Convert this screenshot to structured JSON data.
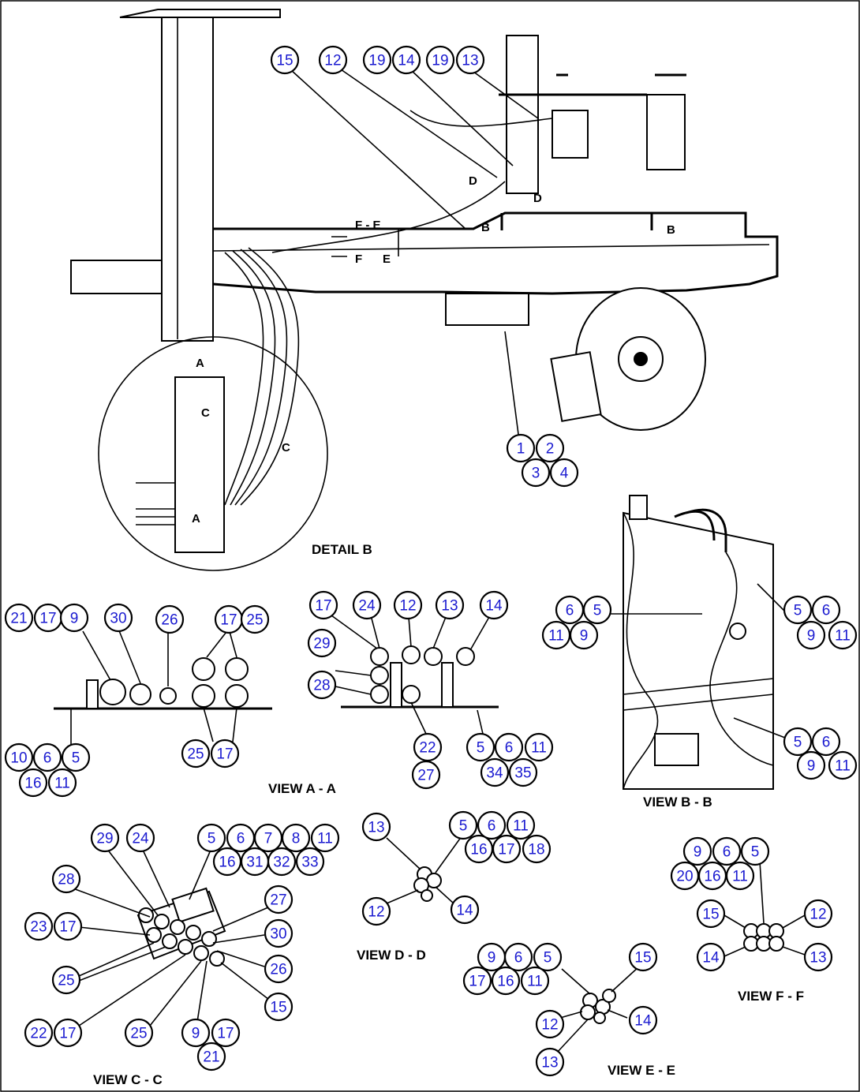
{
  "views": {
    "detail_b": "DETAIL B",
    "view_aa": "VIEW A - A",
    "view_bb": "VIEW B - B",
    "view_cc": "VIEW C - C",
    "view_dd": "VIEW D - D",
    "view_ee": "VIEW E - E",
    "view_ff": "VIEW F - F"
  },
  "section_marks": {
    "A": "A",
    "B": "B",
    "C": "C",
    "D": "D",
    "F_E": "F - E",
    "F": "F",
    "E": "E"
  },
  "callouts": {
    "main": [
      "15",
      "12",
      "19",
      "14",
      "19",
      "13",
      "1",
      "2",
      "3",
      "4"
    ],
    "view_aa": [
      "21",
      "17",
      "9",
      "30",
      "26",
      "17",
      "25",
      "10",
      "6",
      "5",
      "16",
      "11",
      "25",
      "17"
    ],
    "view_aa2": [
      "17",
      "24",
      "12",
      "13",
      "14",
      "29",
      "28",
      "22",
      "27",
      "5",
      "6",
      "11",
      "34",
      "35"
    ],
    "view_bb": [
      "6",
      "5",
      "11",
      "9",
      "5",
      "6",
      "9",
      "11",
      "5",
      "6",
      "9",
      "11"
    ],
    "view_cc": [
      "29",
      "24",
      "5",
      "6",
      "7",
      "8",
      "11",
      "16",
      "31",
      "32",
      "33",
      "28",
      "27",
      "23",
      "17",
      "30",
      "26",
      "25",
      "15",
      "22",
      "17",
      "25",
      "9",
      "17",
      "21"
    ],
    "view_dd": [
      "13",
      "5",
      "6",
      "11",
      "16",
      "17",
      "18",
      "12",
      "14"
    ],
    "view_ee": [
      "9",
      "6",
      "5",
      "15",
      "17",
      "16",
      "11",
      "12",
      "14",
      "13"
    ],
    "view_ff": [
      "9",
      "6",
      "5",
      "20",
      "16",
      "11",
      "15",
      "12",
      "14",
      "13"
    ]
  }
}
